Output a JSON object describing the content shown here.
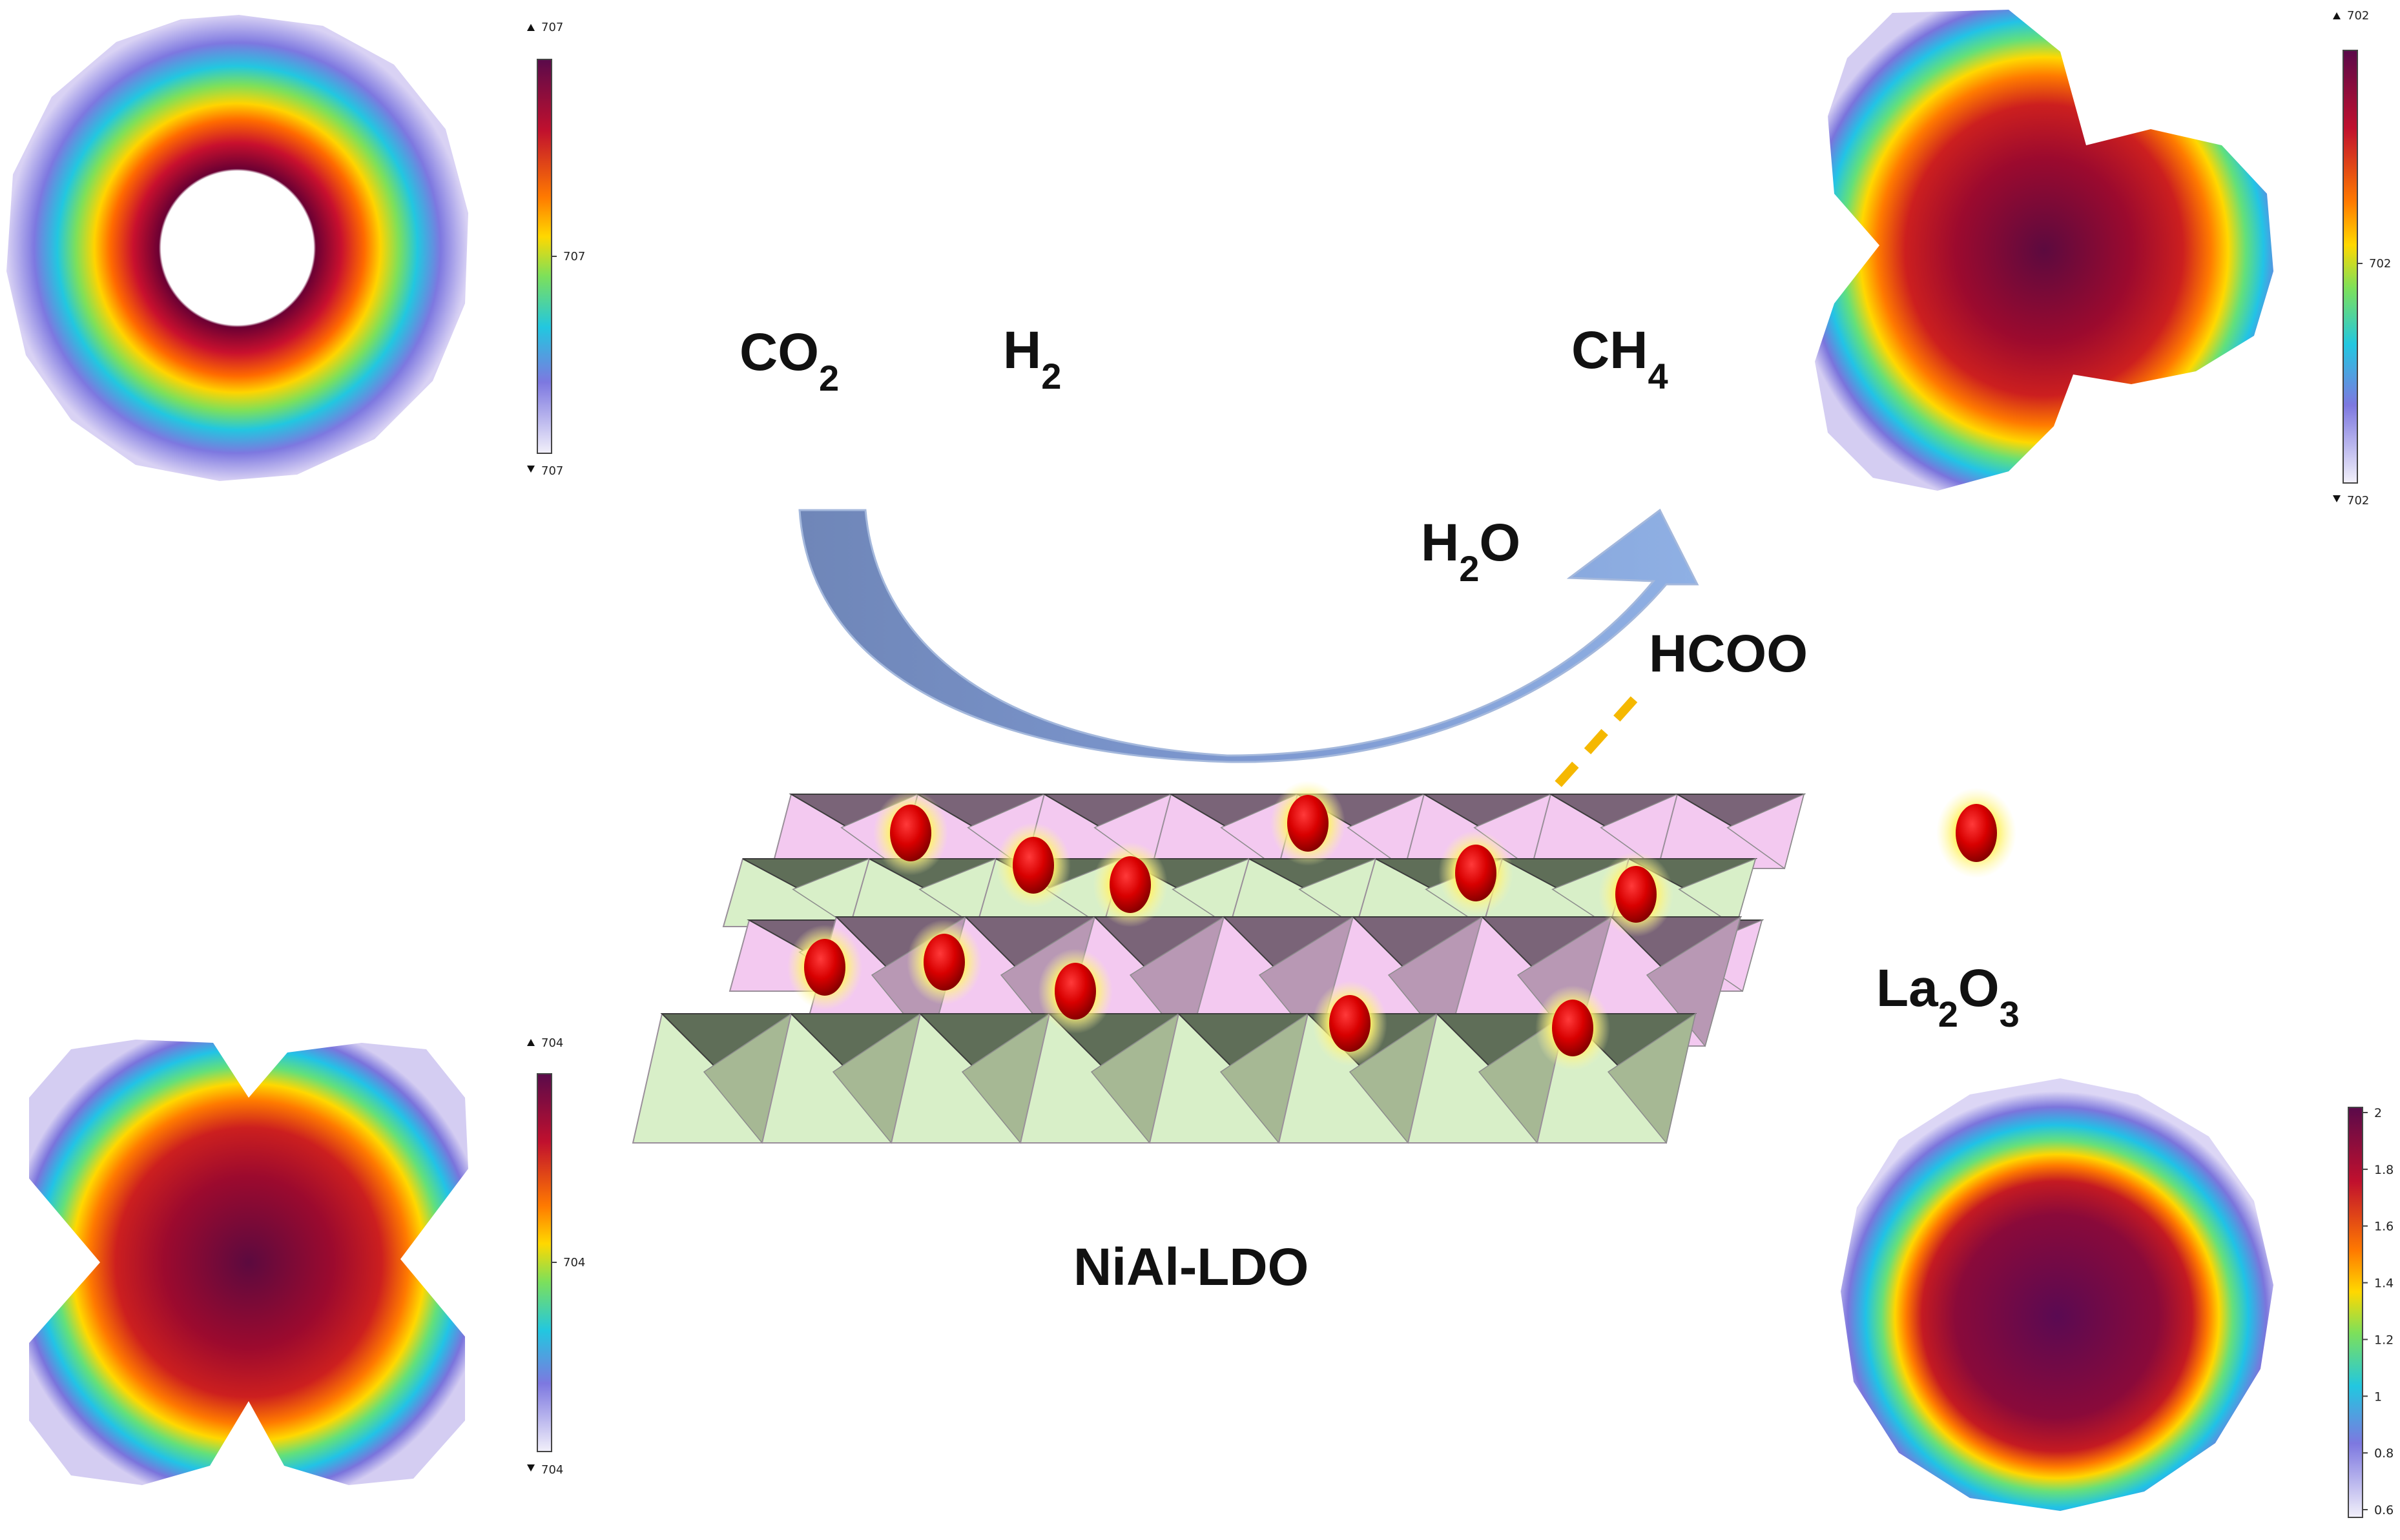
{
  "labels": {
    "co2": "CO2",
    "h2": "H2",
    "ch4": "CH4",
    "h2o": "H2O",
    "hcoo": "HCOO",
    "la2o3": "La2O3",
    "support": "NiAl-LDO"
  },
  "colorbars": {
    "top_left": {
      "max": "707",
      "mid": "707",
      "min": "707"
    },
    "top_right": {
      "max": "702",
      "mid": "702",
      "min": "702"
    },
    "bottom_left": {
      "max": "704",
      "mid": "704",
      "min": "704"
    },
    "bottom_right": {
      "ticks": [
        "2",
        "1.8",
        "1.6",
        "1.4",
        "1.2",
        "1",
        "0.8",
        "0.6"
      ]
    }
  },
  "colors": {
    "arrow": "#7f9fd6",
    "hcoo_dash": "#f5b800",
    "oxygen_site": "#e00000",
    "ldo_purple": "#7a6478",
    "ldo_pink": "#f3c9f0",
    "ldo_green": "#d8efc8",
    "ldo_dark_green": "#5f6e58"
  },
  "icons": {
    "colorbar_max_marker": "up-triangle",
    "colorbar_min_marker": "down-triangle"
  }
}
